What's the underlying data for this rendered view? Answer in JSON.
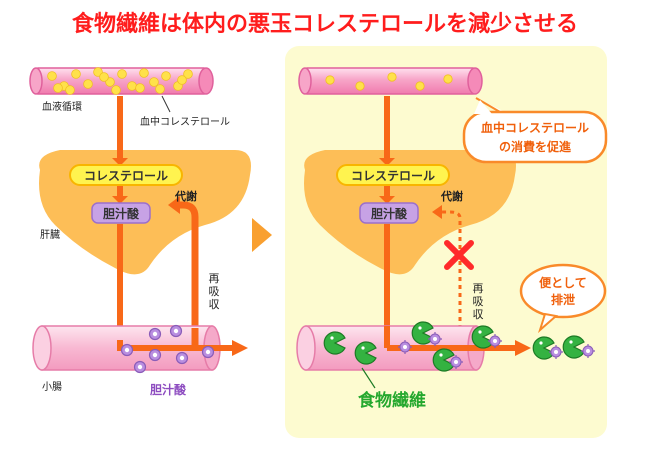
{
  "title": "食物繊維は体内の悪玉コレステロールを減少させる",
  "left": {
    "blood_circulation": "血液循環",
    "blood_cholesterol": "血中コレステロール",
    "liver": "肝臓",
    "cholesterol": "コレステロール",
    "bile_acid": "胆汁酸",
    "metabolism": "代謝",
    "reabsorption": "再吸収",
    "small_intestine": "小腸",
    "bile_acid_bottom": "胆汁酸"
  },
  "right": {
    "cholesterol": "コレステロール",
    "bile_acid": "胆汁酸",
    "metabolism": "代謝",
    "reabsorption": "再吸収",
    "callout_promote_line1": "血中コレステロール",
    "callout_promote_line2": "の消費を促進",
    "callout_excrete_line1": "便として",
    "callout_excrete_line2": "排泄",
    "dietary_fiber": "食物繊維"
  },
  "colors": {
    "title": "#ff1d1d",
    "artery": "#f577b4",
    "cholesterol_dot": "#ffe14a",
    "liver": "#fdbe57",
    "arrow": "#f86818",
    "bile_box": "#b58ad6",
    "fiber_green": "#25a82e",
    "highlight_bg": "#fdfbd0",
    "cross": "#ff2a2a"
  },
  "icons": [
    "cross-icon",
    "fiber-creature-icon",
    "bile-acid-molecule-icon",
    "cholesterol-particle-icon"
  ]
}
